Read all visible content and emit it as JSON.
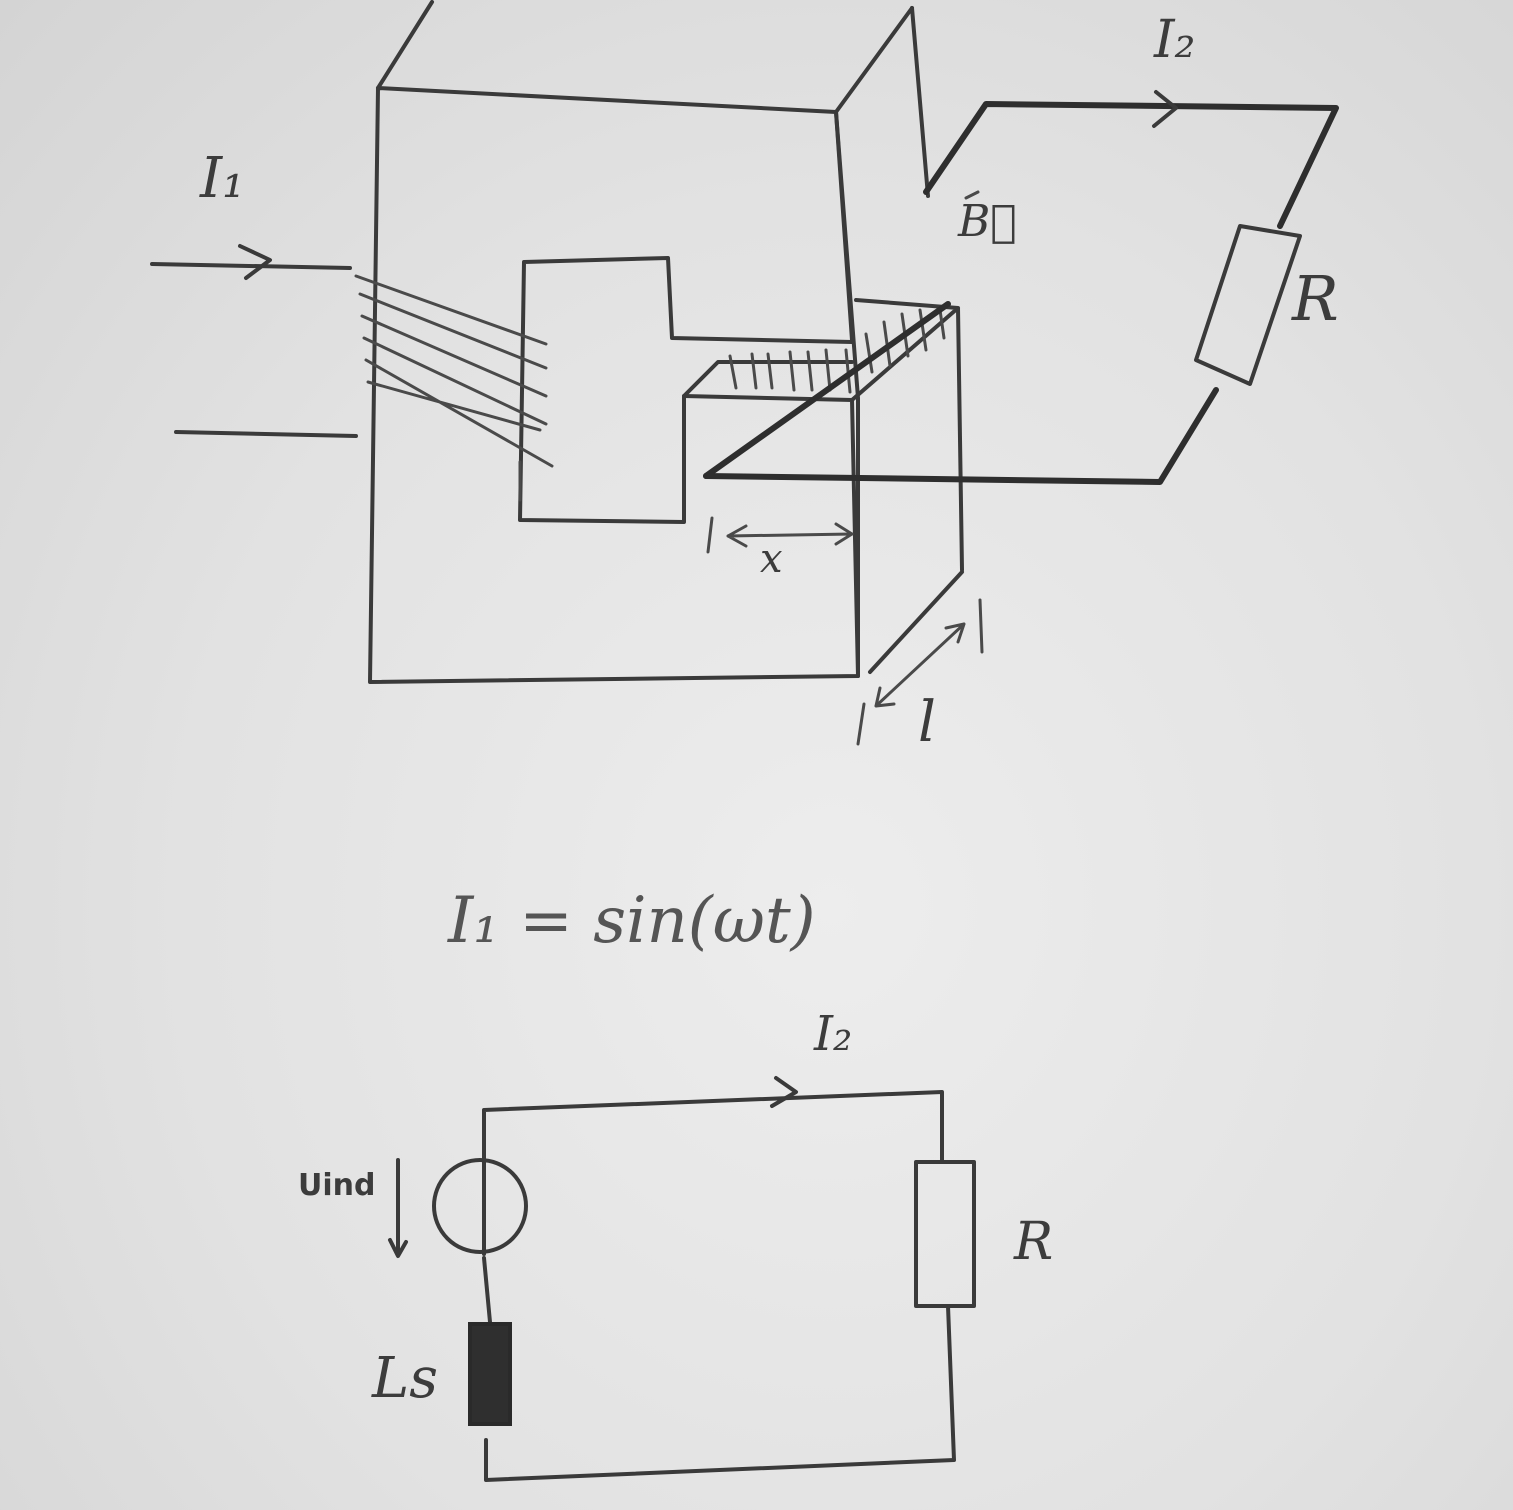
{
  "diagram": {
    "top": {
      "current_in": "I₁",
      "current_out": "I₂",
      "field": "B⃗",
      "resistor": "R",
      "gap_width": "x",
      "depth": "l"
    },
    "equation": "I₁ = sin(ωt)",
    "circuit": {
      "current": "I₂",
      "source": "Uind",
      "inductance": "Ls",
      "resistor": "R"
    }
  }
}
